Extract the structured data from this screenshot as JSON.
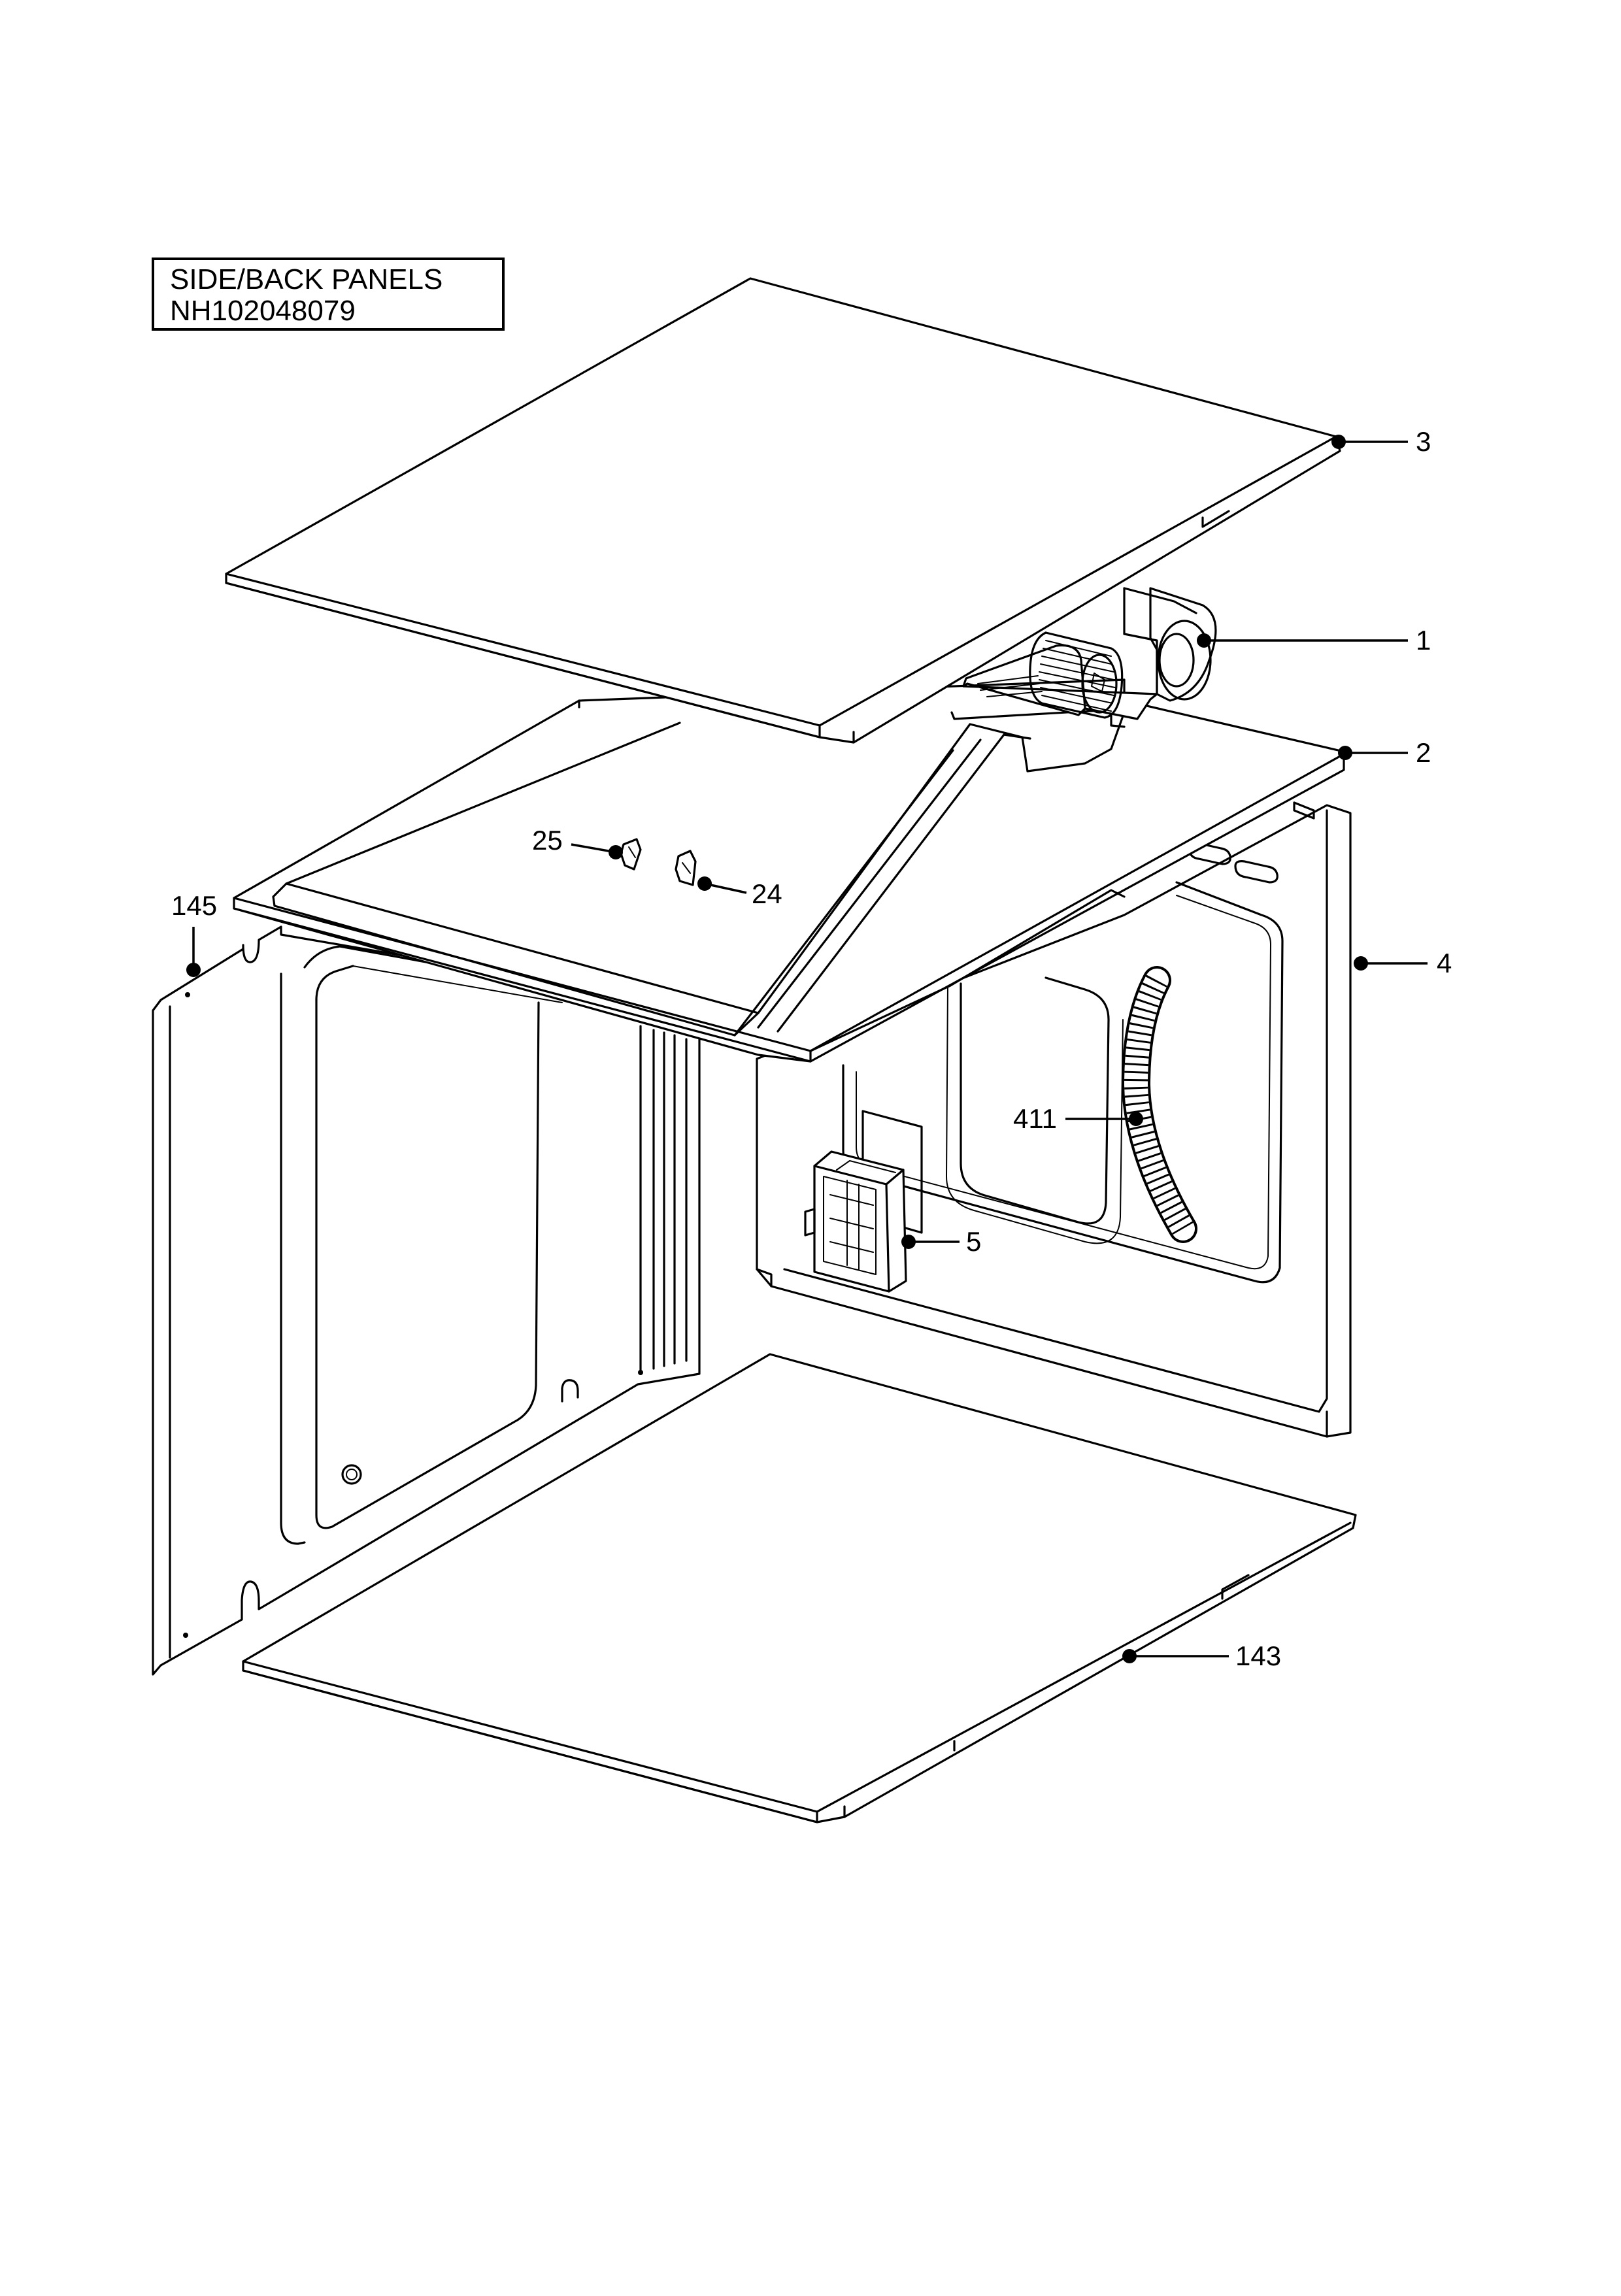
{
  "title": {
    "line1": "SIDE/BACK PANELS",
    "line2": "NH102048079"
  },
  "callouts": [
    {
      "id": "3",
      "label": "3",
      "part": "top-panel"
    },
    {
      "id": "1",
      "label": "1",
      "part": "cooling-fan"
    },
    {
      "id": "2",
      "label": "2",
      "part": "oven-top-cover"
    },
    {
      "id": "4",
      "label": "4",
      "part": "back-panel"
    },
    {
      "id": "25",
      "label": "25",
      "part": "clip"
    },
    {
      "id": "24",
      "label": "24",
      "part": "clip"
    },
    {
      "id": "145",
      "label": "145",
      "part": "side-panel"
    },
    {
      "id": "411",
      "label": "411",
      "part": "hose"
    },
    {
      "id": "5",
      "label": "5",
      "part": "terminal-block"
    },
    {
      "id": "143",
      "label": "143",
      "part": "bottom-panel"
    }
  ],
  "colors": {
    "line": "#000000",
    "background": "#ffffff"
  }
}
